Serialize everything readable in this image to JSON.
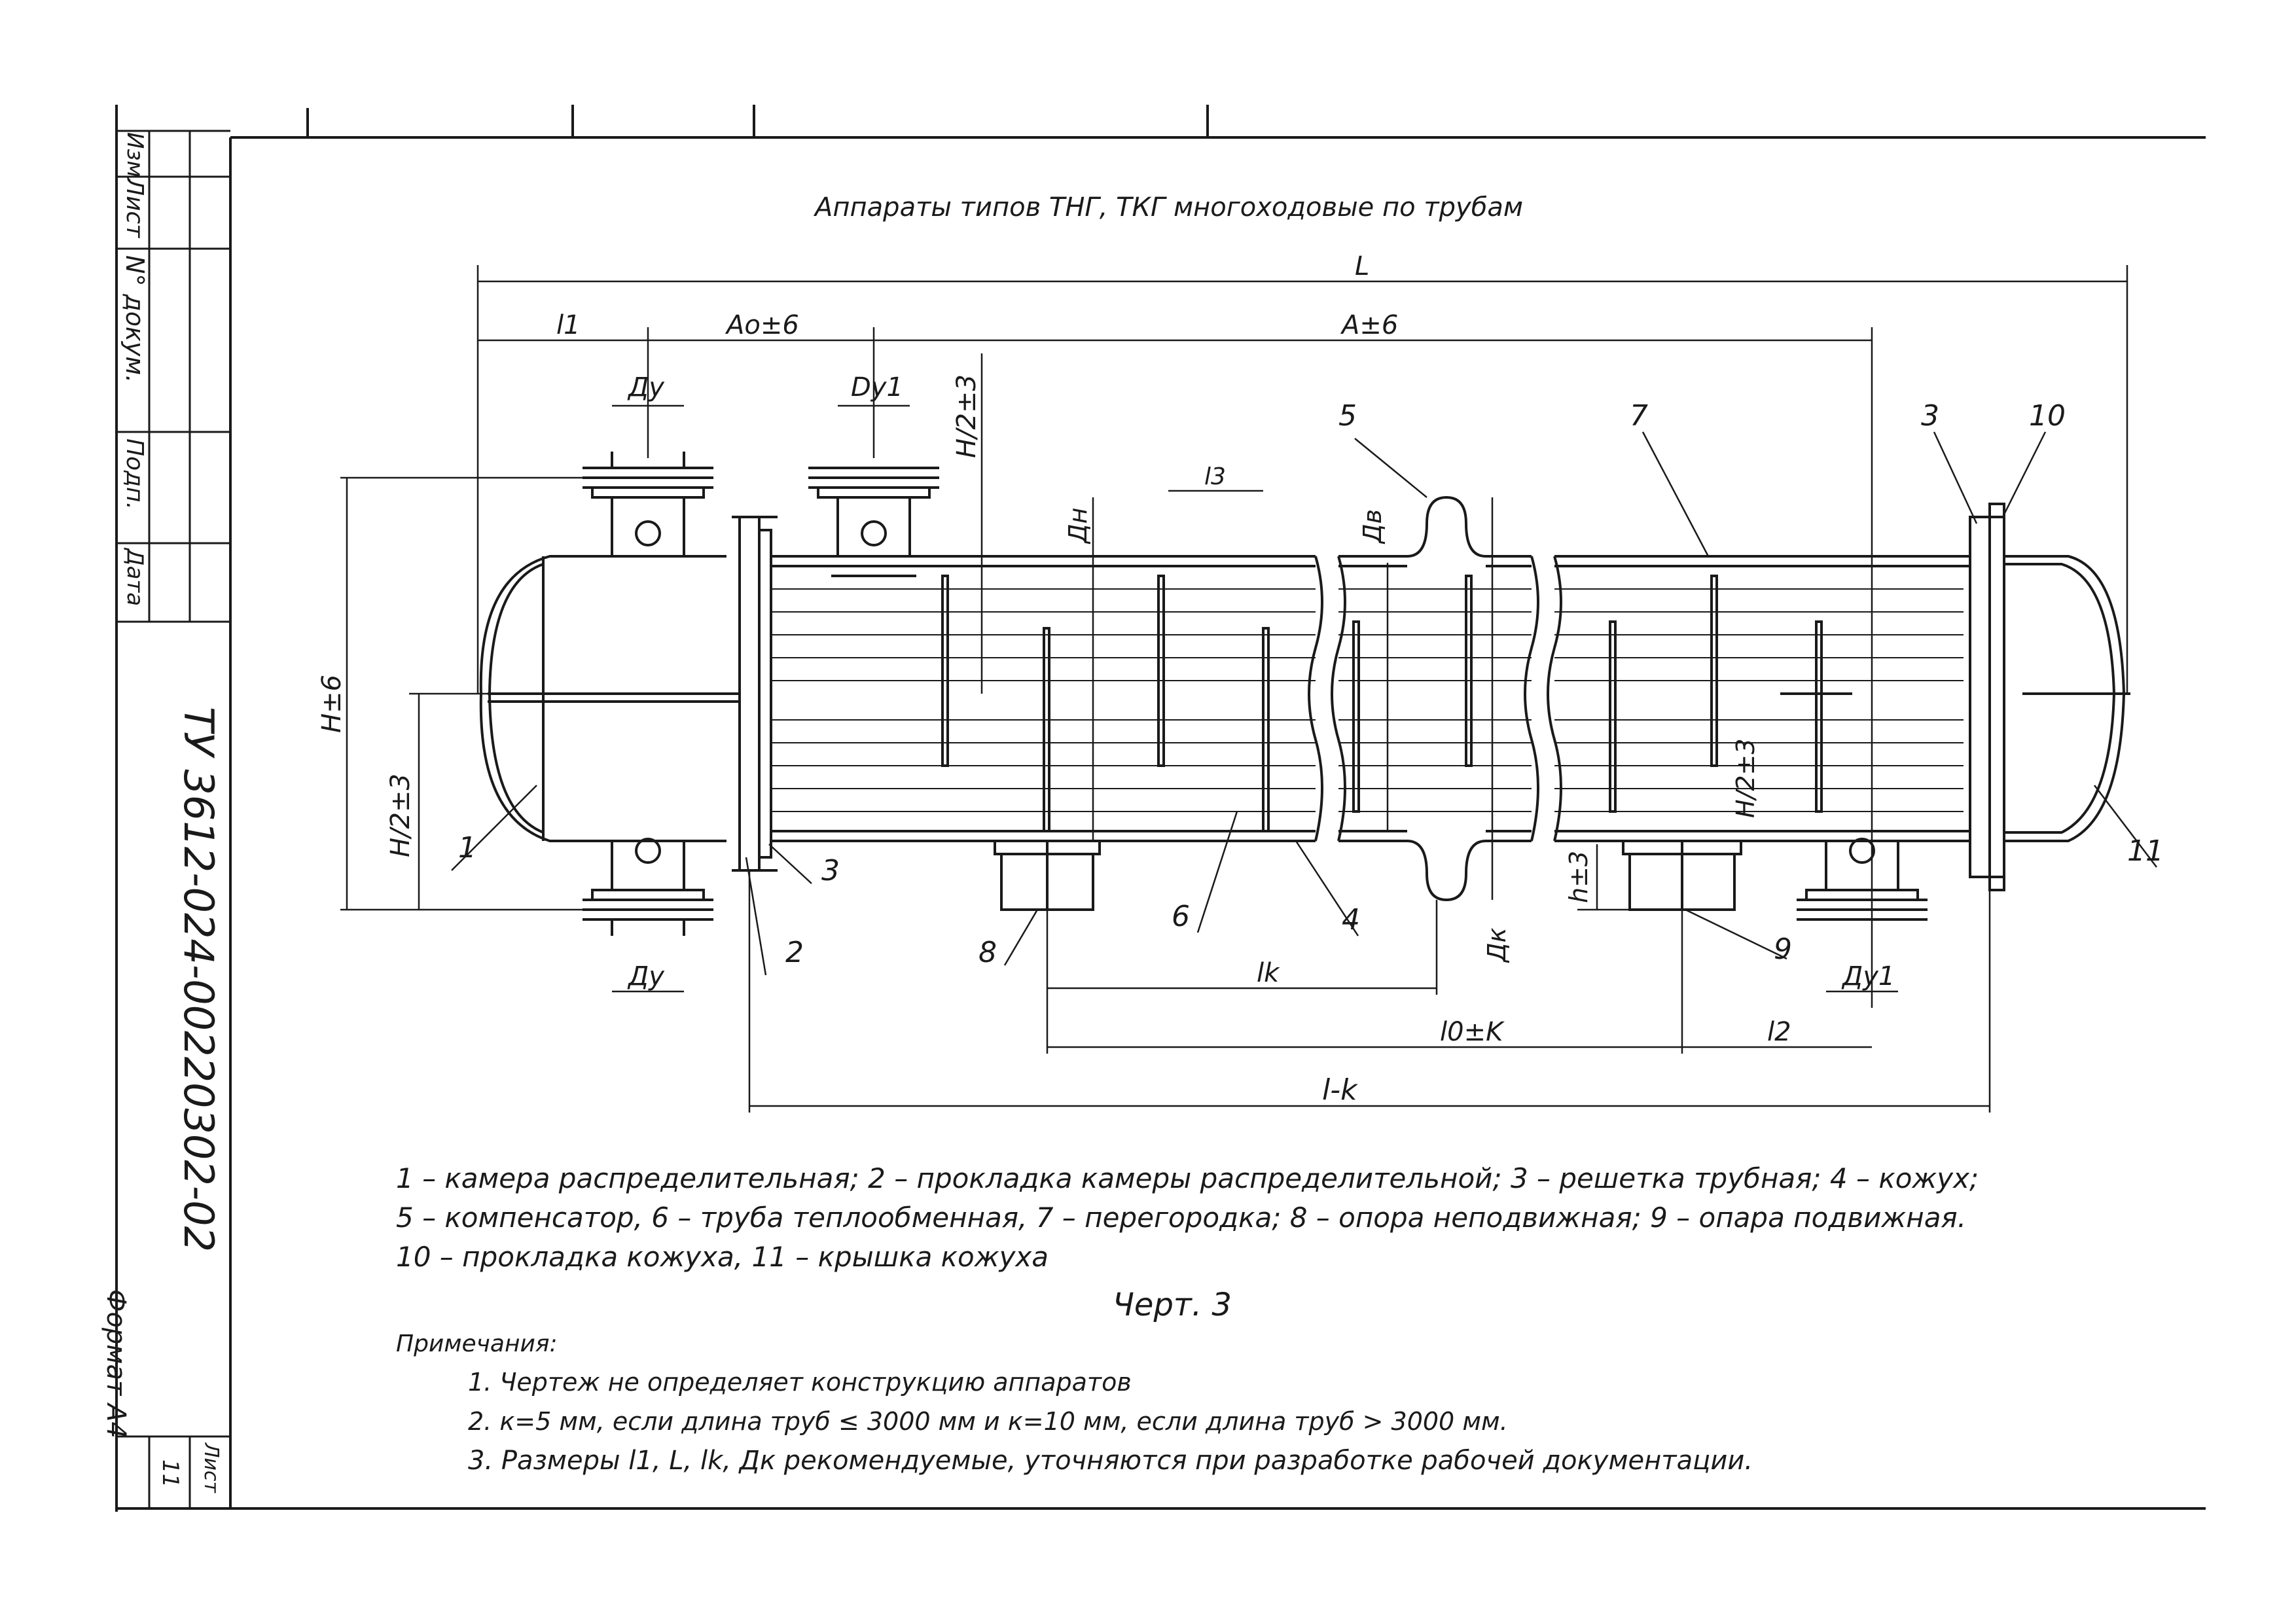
{
  "title": "Аппараты типов ТНГ, ТКГ многоходовые по трубам",
  "dimensions": {
    "L": "L",
    "l1": "l1",
    "A0": "Ao±6",
    "A": "A±6",
    "Du": "Ду",
    "Du1": "Dy1",
    "Du1_bottom": "Ду1",
    "H2_top": "H/2±3",
    "H2_left": "H/2±3",
    "H2_mid": "H/2±3",
    "H": "H±6",
    "Dn": "Дн",
    "Dv": "Дв",
    "Dk": "Дк",
    "l3": "l3",
    "h": "h±3",
    "lk": "lk",
    "l0k": "l0±K",
    "l2": "l2",
    "lk_total": "l-k"
  },
  "callouts": [
    "1",
    "2",
    "3",
    "3",
    "4",
    "5",
    "6",
    "7",
    "8",
    "9",
    "10",
    "11"
  ],
  "legend": [
    "1 – камера распределительная; 2 – прокладка камеры распределительной; 3 – решетка трубная; 4 – кожух;",
    "5 – компенсатор, 6 – труба теплообменная, 7 – перегородка; 8 – опора неподвижная; 9 – опара подвижная.",
    "10 – прокладка кожуха, 11 – крышка кожуха"
  ],
  "figure_label": "Черт. 3",
  "notes_title": "Примечания:",
  "notes": [
    "1. Чертеж не определяет конструкцию аппаратов",
    "2. к=5 мм, если длина труб ≤ 3000 мм и к=10 мм, если длина труб > 3000 мм.",
    "3. Размеры l1, L, lk, Дк рекомендуемые, уточняются при разработке рабочей документации."
  ],
  "stamp": {
    "col_izm": "Изм.",
    "col_list": "Лист",
    "col_doc": "N° докум.",
    "col_podp": "Подп.",
    "col_data": "Дата",
    "designation": "ТУ 3612-024-00220302-02",
    "sheet_label": "Лист",
    "sheet_number": "11",
    "format": "Формат А4"
  }
}
